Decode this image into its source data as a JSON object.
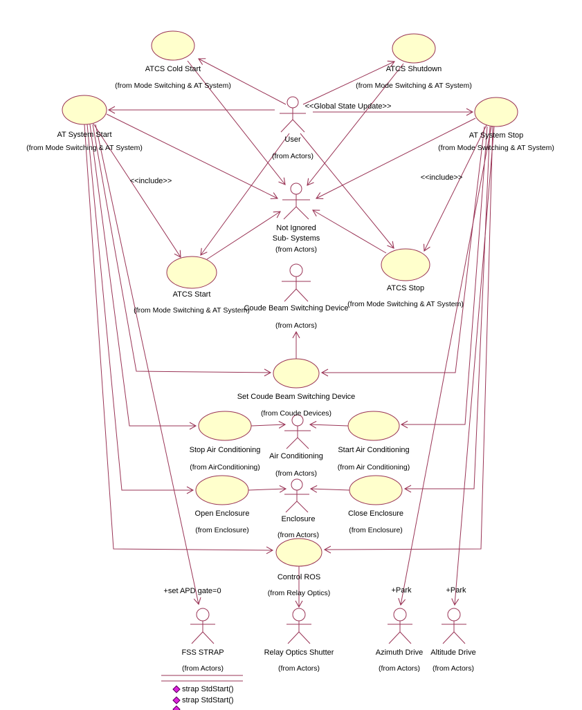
{
  "colors": {
    "line": "#993355",
    "usecase_fill": "#FFFFCC",
    "text": "#000000",
    "operation_icon": "#DD22DD"
  },
  "use_cases": [
    {
      "name": "ATCS Cold Start",
      "from": "(from Mode Switching & AT System)"
    },
    {
      "name": "ATCS Shutdown",
      "from": "(from Mode Switching & AT System)"
    },
    {
      "name": "AT System Start",
      "from": "(from Mode Switching & AT System)"
    },
    {
      "name": "AT System Stop",
      "from": "(from Mode Switching & AT System)"
    },
    {
      "name": "ATCS Start",
      "from": "(from Mode Switching & AT System)"
    },
    {
      "name": "ATCS Stop",
      "from": "(from Mode Switching & AT System)"
    },
    {
      "name": "Set Coude Beam Switching Device",
      "from": "(from Coude Devices)"
    },
    {
      "name": "Stop Air Conditioning",
      "from": "(from AirConditioning)"
    },
    {
      "name": "Start Air Conditioning",
      "from": "(from Air Conditioning)"
    },
    {
      "name": "Open Enclosure",
      "from": "(from Enclosure)"
    },
    {
      "name": "Close Enclosure",
      "from": "(from Enclosure)"
    },
    {
      "name": "Control ROS",
      "from": "(from Relay Optics)"
    }
  ],
  "actors": [
    {
      "name": "User",
      "from": "(from Actors)"
    },
    {
      "name_line1": "Not Ignored",
      "name_line2": "Sub- Systems",
      "from": "(from Actors)"
    },
    {
      "name": "Coude Beam Switching Device",
      "from": "(from Actors)"
    },
    {
      "name": "Air Conditioning",
      "from": "(from Actors)"
    },
    {
      "name": "Enclosure",
      "from": "(from Actors)"
    },
    {
      "name": "FSS STRAP",
      "from": "(from Actors)"
    },
    {
      "name": "Relay Optics Shutter",
      "from": "(from Actors)"
    },
    {
      "name": "Azimuth Drive",
      "from": "(from Actors)"
    },
    {
      "name": "Altitude Drive",
      "from": "(from Actors)"
    }
  ],
  "edge_labels": {
    "global_state_update": "<<Global State Update>>",
    "include_left": "<<include>>",
    "include_right": "<<include>>",
    "set_apd_gate": "+set APD gate=0",
    "park_azimuth": "+Park",
    "park_altitude": "+Park"
  },
  "operations": [
    {
      "label": "strap StdStart()"
    },
    {
      "label": "strap StdStart()"
    }
  ]
}
